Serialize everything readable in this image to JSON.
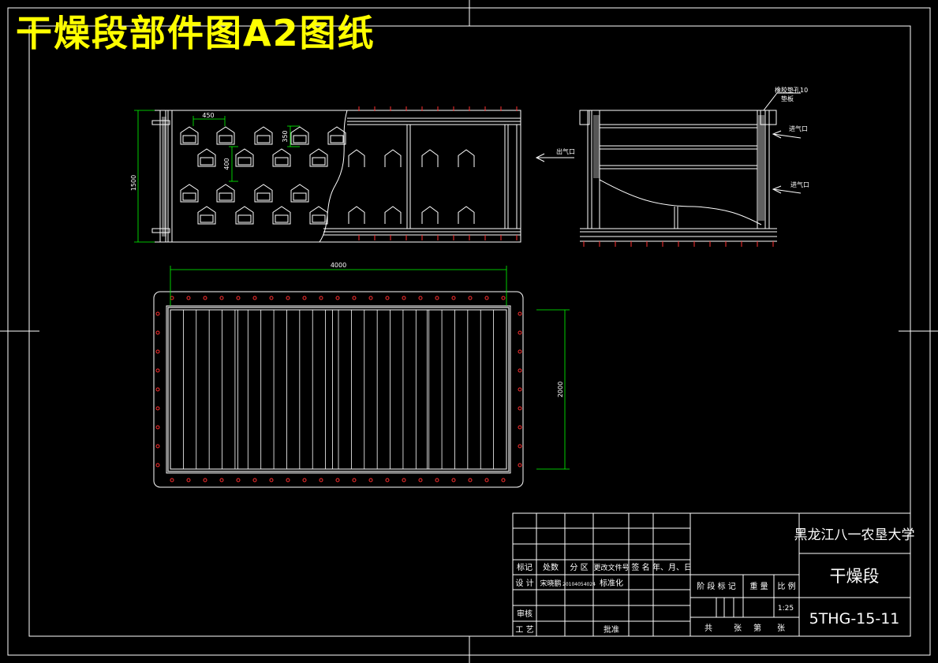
{
  "banner": {
    "title": "干燥段部件图A2图纸"
  },
  "front_view": {
    "dim_width_top": "450",
    "dim_height_left": "1500",
    "dim_vertical_small": "350",
    "dim_vertical_mid": "400"
  },
  "side_view": {
    "label_top_note_1": "橡胶垫孔10",
    "label_top_note_2": "垫板",
    "label_inlet_1": "进气口",
    "label_inlet_2": "进气口",
    "label_outlet": "出气口"
  },
  "plan_view": {
    "dim_length": "4000",
    "dim_width": "2000"
  },
  "title_block": {
    "university": "黑龙江八一农垦大学",
    "part_name": "干燥段",
    "drawing_number": "5THG-15-11",
    "scale": "1:25",
    "headers": [
      "标记",
      "处数",
      "分 区",
      "更改文件号",
      "签 名",
      "年、月、日"
    ],
    "row_design": [
      "设 计",
      "宋晓鹏",
      "20104054024",
      "标准化"
    ],
    "row_review": "审核",
    "row_process": "工 艺",
    "approve": "批准",
    "stage_headers": [
      "阶 段 标 记",
      "重 量",
      "比 例"
    ],
    "sheet_total": "共",
    "sheet_unit": "张",
    "sheet_index": "第",
    "sheet_unit2": "张"
  },
  "colors": {
    "line": "#ffffff",
    "dimension": "#00ff00",
    "bolt": "#ff3030",
    "banner": "#ffff00"
  }
}
